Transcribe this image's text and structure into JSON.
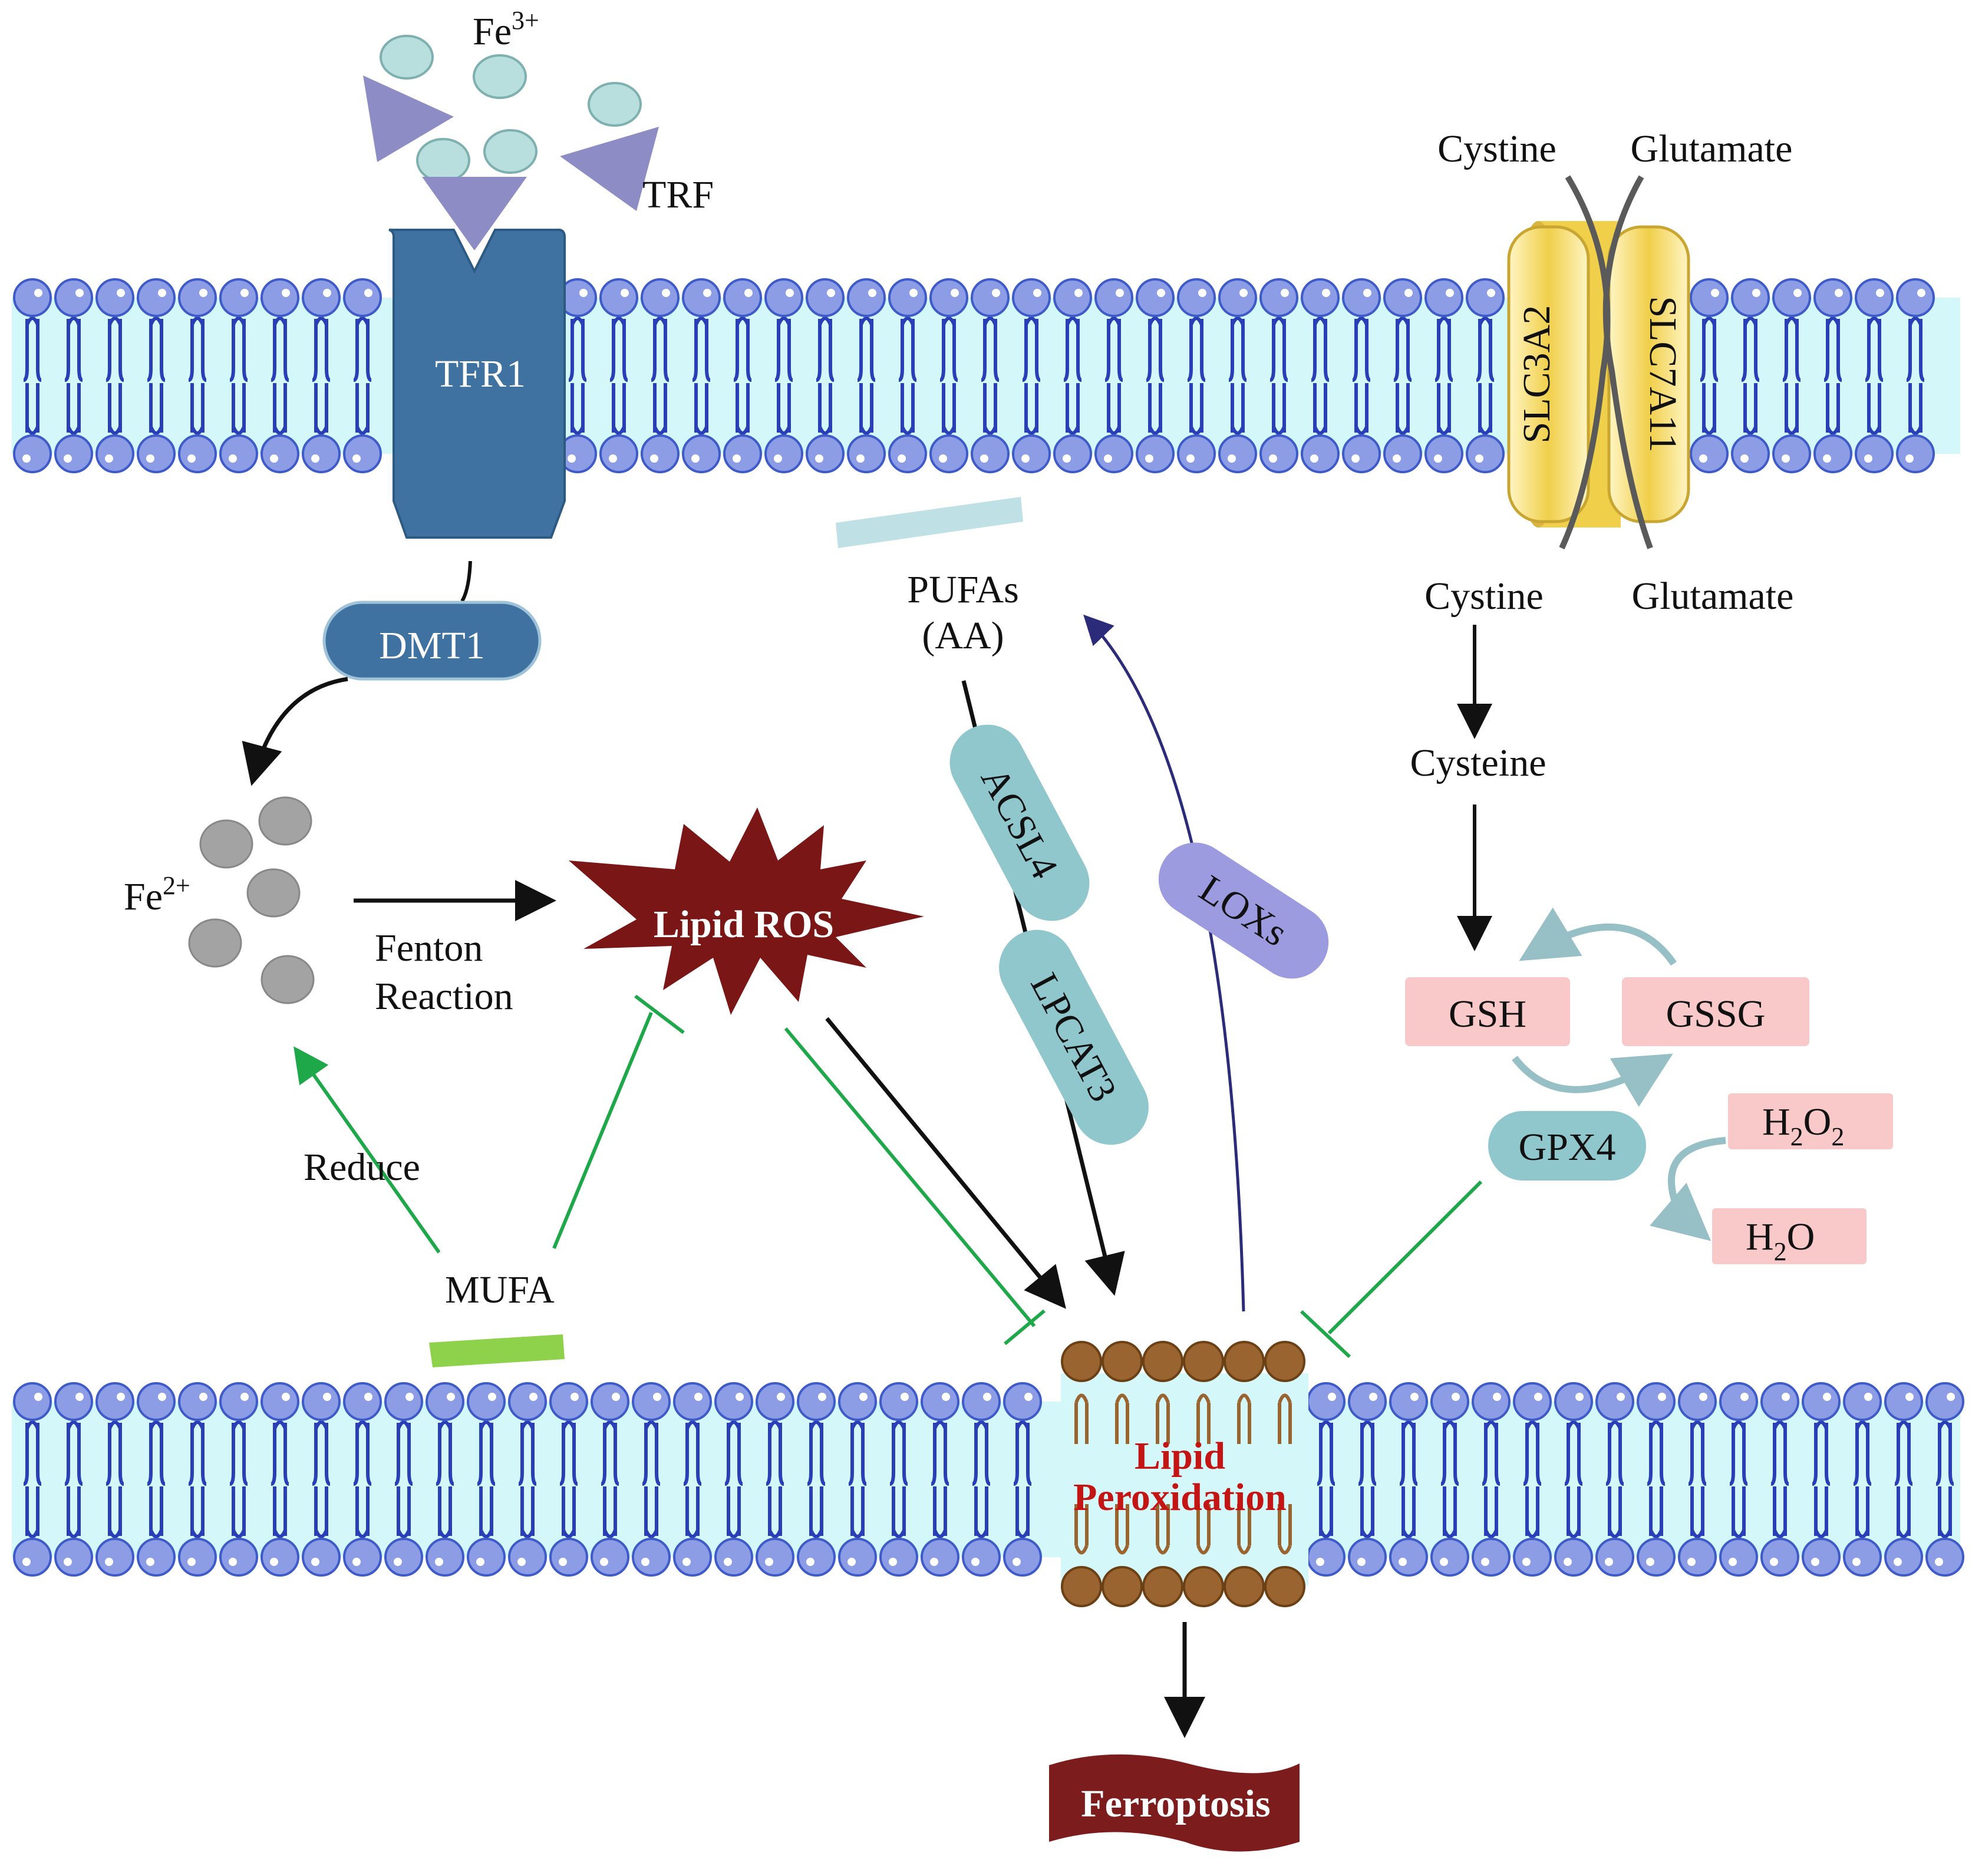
{
  "labels": {
    "fe3_base": "Fe",
    "fe3_sup": "3+",
    "trf": "TRF",
    "tfr1": "TFR1",
    "dmt1": "DMT1",
    "fe2_base": "Fe",
    "fe2_sup": "2+",
    "fenton_1": "Fenton",
    "fenton_2": "Reaction",
    "lipid_ros": "Lipid ROS",
    "reduce": "Reduce",
    "mufa": "MUFA",
    "pufas_1": "PUFAs",
    "pufas_2": "(AA)",
    "acsl4": "ACSL4",
    "lpcat3": "LPCAT3",
    "loxs": "LOXs",
    "cystine_out": "Cystine",
    "glutamate_out": "Glutamate",
    "slc3a2": "SLC3A2",
    "slc7a11": "SLC7A11",
    "cystine_in": "Cystine",
    "glutamate_in": "Glutamate",
    "cysteine": "Cysteine",
    "gsh": "GSH",
    "gssg": "GSSG",
    "gpx4": "GPX4",
    "h2o2_h": "H",
    "h2o2_sub1": "2",
    "h2o2_o": "O",
    "h2o2_sub2": "2",
    "h2o_h": "H",
    "h2o_sub": "2",
    "h2o_o": "O",
    "lipid_perox_1": "Lipid",
    "lipid_perox_2": "Peroxidation",
    "ferroptosis": "Ferroptosis"
  },
  "colors": {
    "lipid_head": "#8c9de6",
    "lipid_head_stroke": "#3e5bc8",
    "lipid_tail": "#2a3fb5",
    "membrane_core": "#d4f7fa",
    "tfr1": "#3f72a0",
    "trf": "#8e8cc4",
    "fe3": "#b9dede",
    "fe2": "#a3a3a3",
    "enzyme_teal": "#8fc7cd",
    "loxs": "#9d9be0",
    "gsh_box": "#f9c9c9",
    "lipid_ros": "#7a1616",
    "peroxidized_lipid": "#9a6430",
    "lipid_perox_text": "#c41515",
    "ferroptosis_banner": "#7d1c1c",
    "inhibit_green": "#1fa84a",
    "loxs_arrow": "#2b2b7a",
    "antiporter": "#f3d66a",
    "mufa_bar": "#8ed14a",
    "pufa_bar": "#bfe1e5",
    "cycle_arrow": "#96bfc6"
  },
  "icons": {
    "fenton_arrow": "arrow-right",
    "inhibition": "t-bar-inhibitor",
    "cycle": "curved-arrow"
  }
}
